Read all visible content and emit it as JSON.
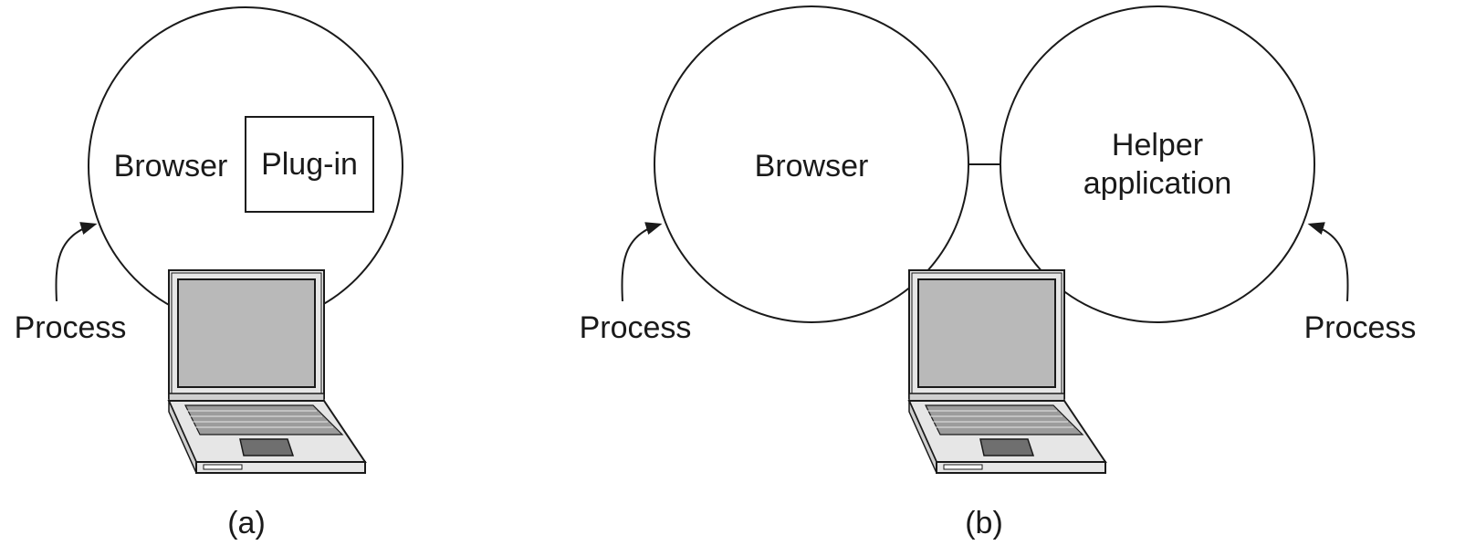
{
  "panel_a": {
    "browser_label": "Browser",
    "plugin_label": "Plug-in",
    "process_label": "Process",
    "caption": "(a)"
  },
  "panel_b": {
    "browser_label": "Browser",
    "helper_label_line1": "Helper",
    "helper_label_line2": "application",
    "process_left_label": "Process",
    "process_right_label": "Process",
    "caption": "(b)"
  },
  "icons": [
    "laptop-icon",
    "arrow-icon"
  ]
}
